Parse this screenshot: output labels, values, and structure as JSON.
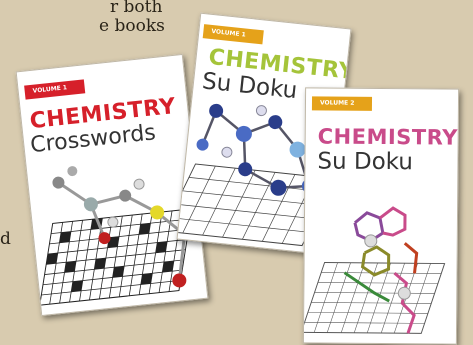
{
  "background_text": {
    "line1": "r both",
    "line2": "e books",
    "line3": "d"
  },
  "books": [
    {
      "volume": "VOLUME 1",
      "title_line1": "CHEMISTRY",
      "title_line2": "Crosswords"
    },
    {
      "volume": "VOLUME 1",
      "title_line1": "CHEMISTRY",
      "title_line2": "Su Doku"
    },
    {
      "volume": "VOLUME 2",
      "title_line1": "CHEMISTRY",
      "title_line2": "Su Doku"
    }
  ],
  "colors": {
    "crosswords_title": "#d6202a",
    "crosswords_banner": "#d6202a",
    "sudoku1_title": "#a5c43a",
    "sudoku1_banner": "#e5a21a",
    "sudoku2_title": "#c94b8a",
    "sudoku2_banner": "#e5a21a"
  }
}
